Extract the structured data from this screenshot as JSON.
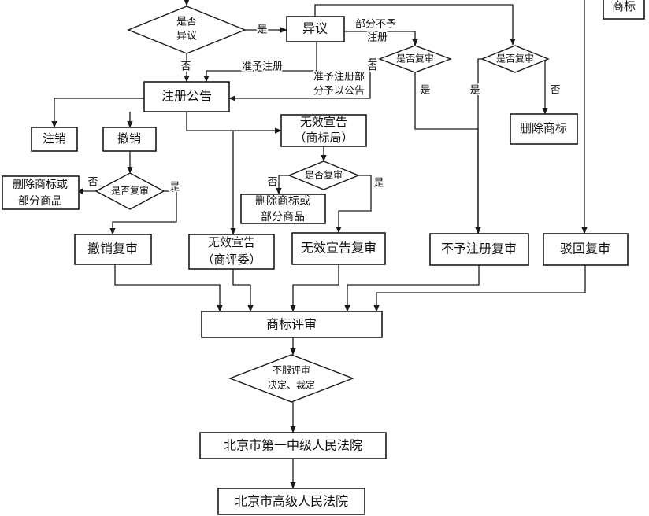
{
  "colors": {
    "ink": "#1a1a1a",
    "background": "#ffffff"
  },
  "nodes": {
    "yiyi": "异议",
    "zhuce_gonggao": "注册公告",
    "zhuxiao": "注销",
    "chexiao": "撤销",
    "shanchu_shangbiao_top": "删除商标",
    "wuxiao_shangbiaoju_1": "无效宣告",
    "wuxiao_shangbiaoju_2": "（商标局）",
    "shanchu_bufen_left_1": "删除商标或",
    "shanchu_bufen_left_2": "部分商品",
    "shanchu_bufen_mid_1": "删除商标或",
    "shanchu_bufen_mid_2": "部分商品",
    "chexiao_fushen": "撤销复审",
    "wuxiao_pingwei_1": "无效宣告",
    "wuxiao_pingwei_2": "（商评委）",
    "wuxiao_fushen": "无效宣告复审",
    "buyu_zhuce_fushen": "不予注册复审",
    "bohui_fushen": "驳回复审",
    "shangbiao_pingshen": "商标评审",
    "beijing_yizhong": "北京市第一中级人民法院",
    "beijing_gaoji": "北京市高级人民法院",
    "shangbiao_corner": "商标"
  },
  "decisions": {
    "shifou_yiyi_1": "是否",
    "shifou_yiyi_2": "异议",
    "shifou_fushen_1": "是否复审",
    "shifou_fushen_2": "是否复审",
    "shifou_fushen_chexiao": "是否复审",
    "shifou_fushen_wuxiao": "是否复审",
    "bufu_1": "不服评审",
    "bufu_2": "决定、裁定"
  },
  "edge_labels": {
    "shi_to_yiyi": "是",
    "fou_from_shifou_yiyi": "否",
    "zhunyu_zhuce": "准予注册",
    "bufen_buyu_1": "部分不予",
    "bufen_buyu_2": "注册",
    "zhunyu_bufen_1": "准予注册部",
    "zhunyu_bufen_2": "分予以公告",
    "fou_fushen_1": "否",
    "shi_fushen_1": "是",
    "shi_fushen_2": "是",
    "fou_fushen_2": "否",
    "fou_chexiao": "否",
    "shi_chexiao": "是",
    "fou_wuxiao": "否",
    "shi_wuxiao": "是"
  }
}
